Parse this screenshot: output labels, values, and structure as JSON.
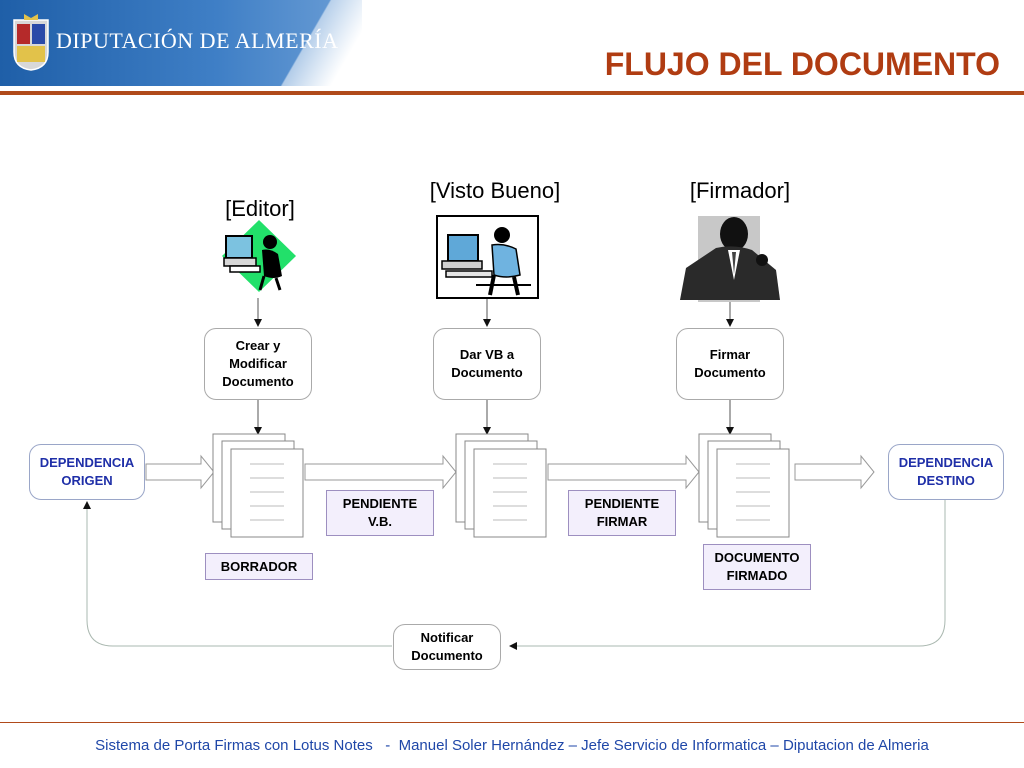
{
  "header": {
    "logo_text": "DIPUTACIÓN DE ALMERÍA",
    "title": "FLUJO DEL DOCUMENTO"
  },
  "roles": {
    "editor": "[Editor]",
    "visto_bueno": "[Visto Bueno]",
    "firmador": "[Firmador]"
  },
  "actions": {
    "crear": "Crear y Modificar Documento",
    "dar_vb": "Dar VB a Documento",
    "firmar": "Firmar Documento",
    "notificar": "Notificar Documento"
  },
  "endpoints": {
    "origen": "DEPENDENCIA ORIGEN",
    "destino": "DEPENDENCIA DESTINO"
  },
  "states": {
    "borrador": "BORRADOR",
    "pendiente_vb": "PENDIENTE V.B.",
    "pendiente_firmar": "PENDIENTE FIRMAR",
    "firmado": "DOCUMENTO FIRMADO"
  },
  "footer": {
    "text": "Sistema de Porta Firmas con Lotus Notes   -  Manuel Soler Hernández – Jefe Servicio de Informatica – Diputacion de Almeria"
  },
  "colors": {
    "title": "#b03c12",
    "rule": "#b04a1a",
    "footer": "#1f47a8",
    "endpoint_text": "#1f2fa8",
    "state_fill": "#f3effc"
  }
}
